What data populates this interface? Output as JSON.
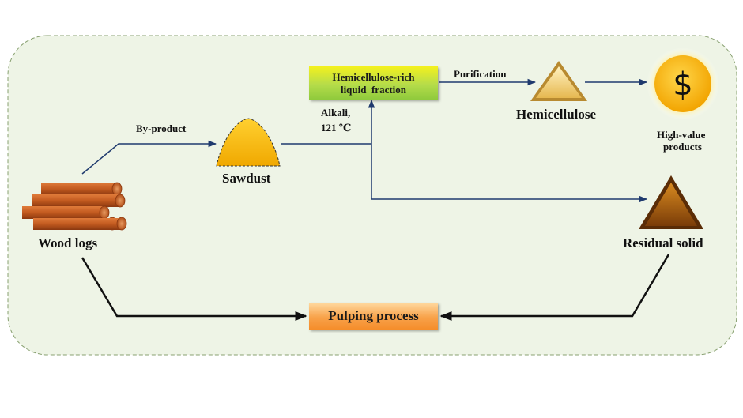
{
  "nodes": {
    "wood_logs": "Wood logs",
    "by_product": "By-product",
    "sawdust": "Sawdust",
    "alkali_line1": "Alkali,",
    "alkali_line2": "121 ℃",
    "hemicellulose_rich_line1": "Hemicellulose-rich",
    "hemicellulose_rich_line2": "liquid  fraction",
    "purification": "Purification",
    "hemicellulose": "Hemicellulose",
    "high_value_line1": "High-value",
    "high_value_line2": "products",
    "dollar_symbol": "$",
    "residual_solid": "Residual solid",
    "pulping_process": "Pulping process"
  },
  "colors": {
    "background_panel": "#eef4e6",
    "panel_border": "#88a070",
    "arrow_navy": "#1f3a6e",
    "arrow_black": "#111111",
    "wood": "#c25a1f",
    "sawdust": "#f5b800",
    "hemicellulose_triangle": "#f2d27a",
    "residual_triangle": "#a35a10",
    "coin": "#f7b500"
  }
}
